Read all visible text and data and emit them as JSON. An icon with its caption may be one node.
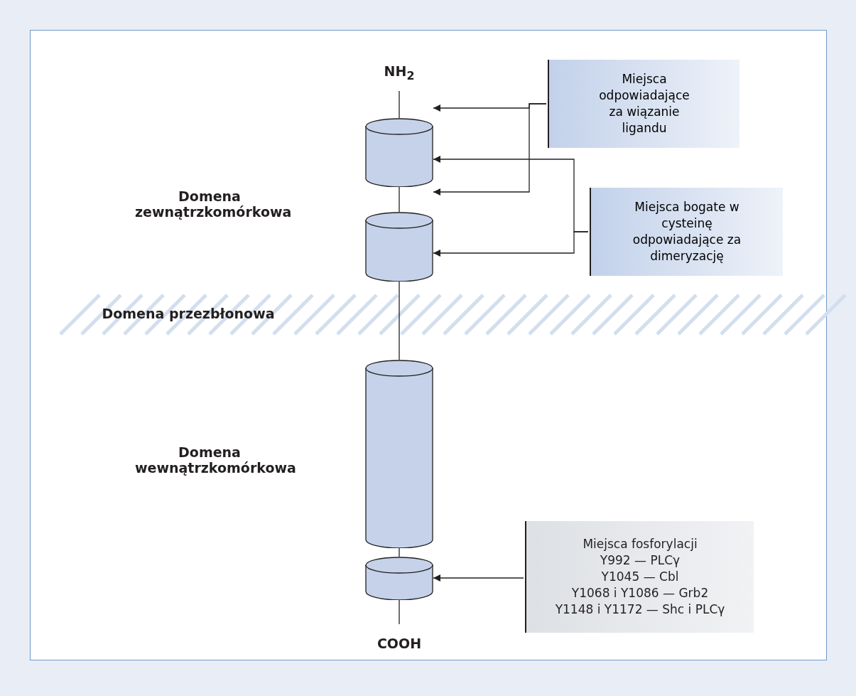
{
  "diagram": {
    "nodes": [
      {
        "text": [
          "NH$_{2}$"
        ]
      },
      {
        "text": [],
        "shape": "cylinder"
      },
      {
        "text": [],
        "shape": "cylinder"
      },
      {
        "text": [],
        "shape": "cylinder"
      },
      {
        "text": [],
        "shape": "cylinder"
      },
      {
        "text": [
          "COOH"
        ]
      },
      {
        "text": [
          "Miejsca odpowiadające za wiązanie ligandu"
        ]
      },
      {
        "text": [
          "Miejsca bogate w cysteinę odpowiadające za dimeryzację"
        ]
      },
      {
        "text": [
          "Miejsca fosforylacji",
          "Y992 — PLCγ",
          "Y1045 — Cbl",
          "Y1068 i Y1086 — Grb2",
          "Y1148 i Y1172 — Shc i PLCγ"
        ]
      }
    ],
    "edges": [
      {
        "from": 0,
        "to": 1,
        "arrow": "none"
      },
      {
        "from": 1,
        "to": 2,
        "arrow": "none"
      },
      {
        "from": 2,
        "to": 3,
        "arrow": "none"
      },
      {
        "from": 3,
        "to": 4,
        "arrow": "none"
      },
      {
        "from": 4,
        "to": 5,
        "arrow": "none"
      },
      {
        "from": 6,
        "to": 1,
        "arrow": "to"
      },
      {
        "from": 6,
        "to": 1,
        "arrow": "to"
      },
      {
        "from": 7,
        "to": 1,
        "arrow": "to"
      },
      {
        "from": 7,
        "to": 2,
        "arrow": "to"
      },
      {
        "from": 8,
        "to": 4,
        "arrow": "to"
      }
    ],
    "labels": [
      "Domena zewnątrzkomórkowa",
      "Domena przezbłonowa",
      "Domena wewnątrzkomórkowa"
    ]
  }
}
